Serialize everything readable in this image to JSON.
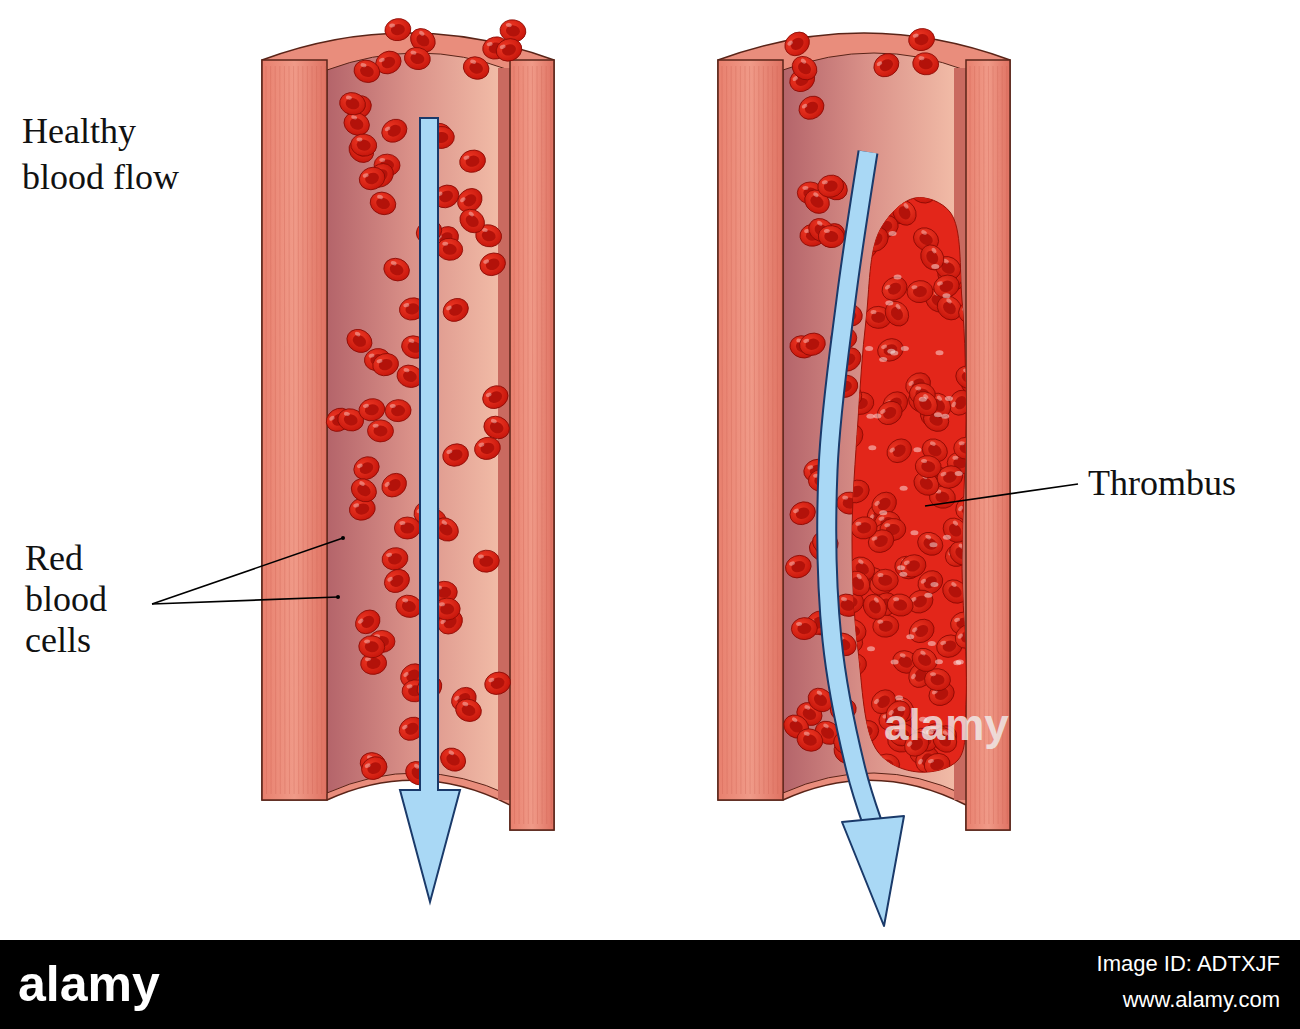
{
  "diagram": {
    "labels": [
      "Healthy blood flow",
      "Red blood cells",
      "Thrombus",
      "alamy",
      "alamy",
      "Image ID: ADTXJF",
      "www.alamy.com"
    ]
  }
}
